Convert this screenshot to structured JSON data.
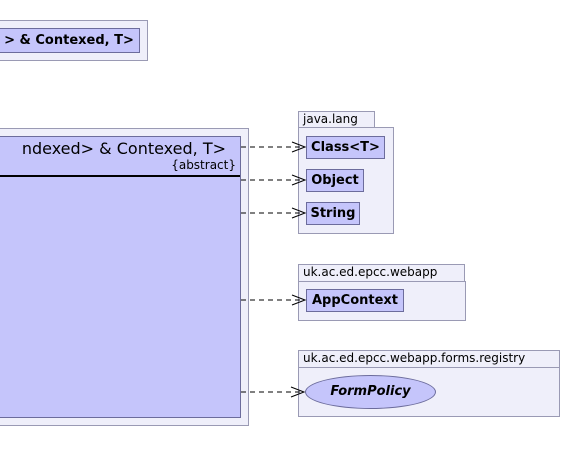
{
  "top_class": {
    "label": "> & Contexed, T>"
  },
  "main_class": {
    "title": "ndexed> & Contexed, T>",
    "stereotype": "{abstract}"
  },
  "packages": [
    {
      "name": "java.lang",
      "classes": [
        "Class<T>",
        "Object",
        "String"
      ]
    },
    {
      "name": "uk.ac.ed.epcc.webapp",
      "classes": [
        "AppContext"
      ]
    },
    {
      "name": "uk.ac.ed.epcc.webapp.forms.registry",
      "interface": "FormPolicy"
    }
  ],
  "colors": {
    "class_fill": "#c5c5fb",
    "class_border": "#6c6c9c",
    "package_fill": "#efeffa",
    "package_border": "#9a9ab4",
    "arrow": "#000000"
  }
}
